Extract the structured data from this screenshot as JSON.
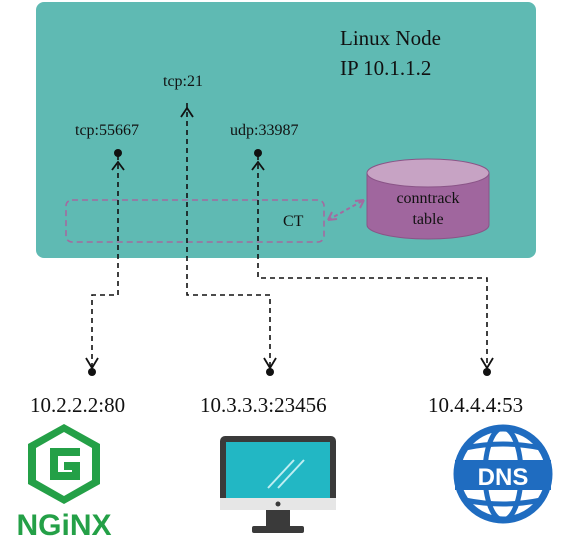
{
  "node": {
    "title_line1": "Linux Node",
    "title_line2": "IP 10.1.1.2",
    "ports": {
      "ssh": "tcp:21",
      "nginx": "tcp:55667",
      "dns": "udp:33987"
    },
    "ct_label": "CT",
    "conntrack_line1": "conntrack",
    "conntrack_line2": "table"
  },
  "endpoints": {
    "nginx": "10.2.2.2:80",
    "monitor": "10.3.3.3:23456",
    "dns": "10.4.4.4:53"
  },
  "icons": {
    "nginx_logo_text": "NGiNX",
    "dns_logo_text": "DNS"
  },
  "colors": {
    "node_bg": "#5fbab3",
    "ct_dash": "#a36aa0",
    "cylinder": "#a0669e",
    "nginx_green": "#24a047",
    "dns_blue": "#1f6cc0",
    "monitor_screen": "#22b7c4"
  }
}
